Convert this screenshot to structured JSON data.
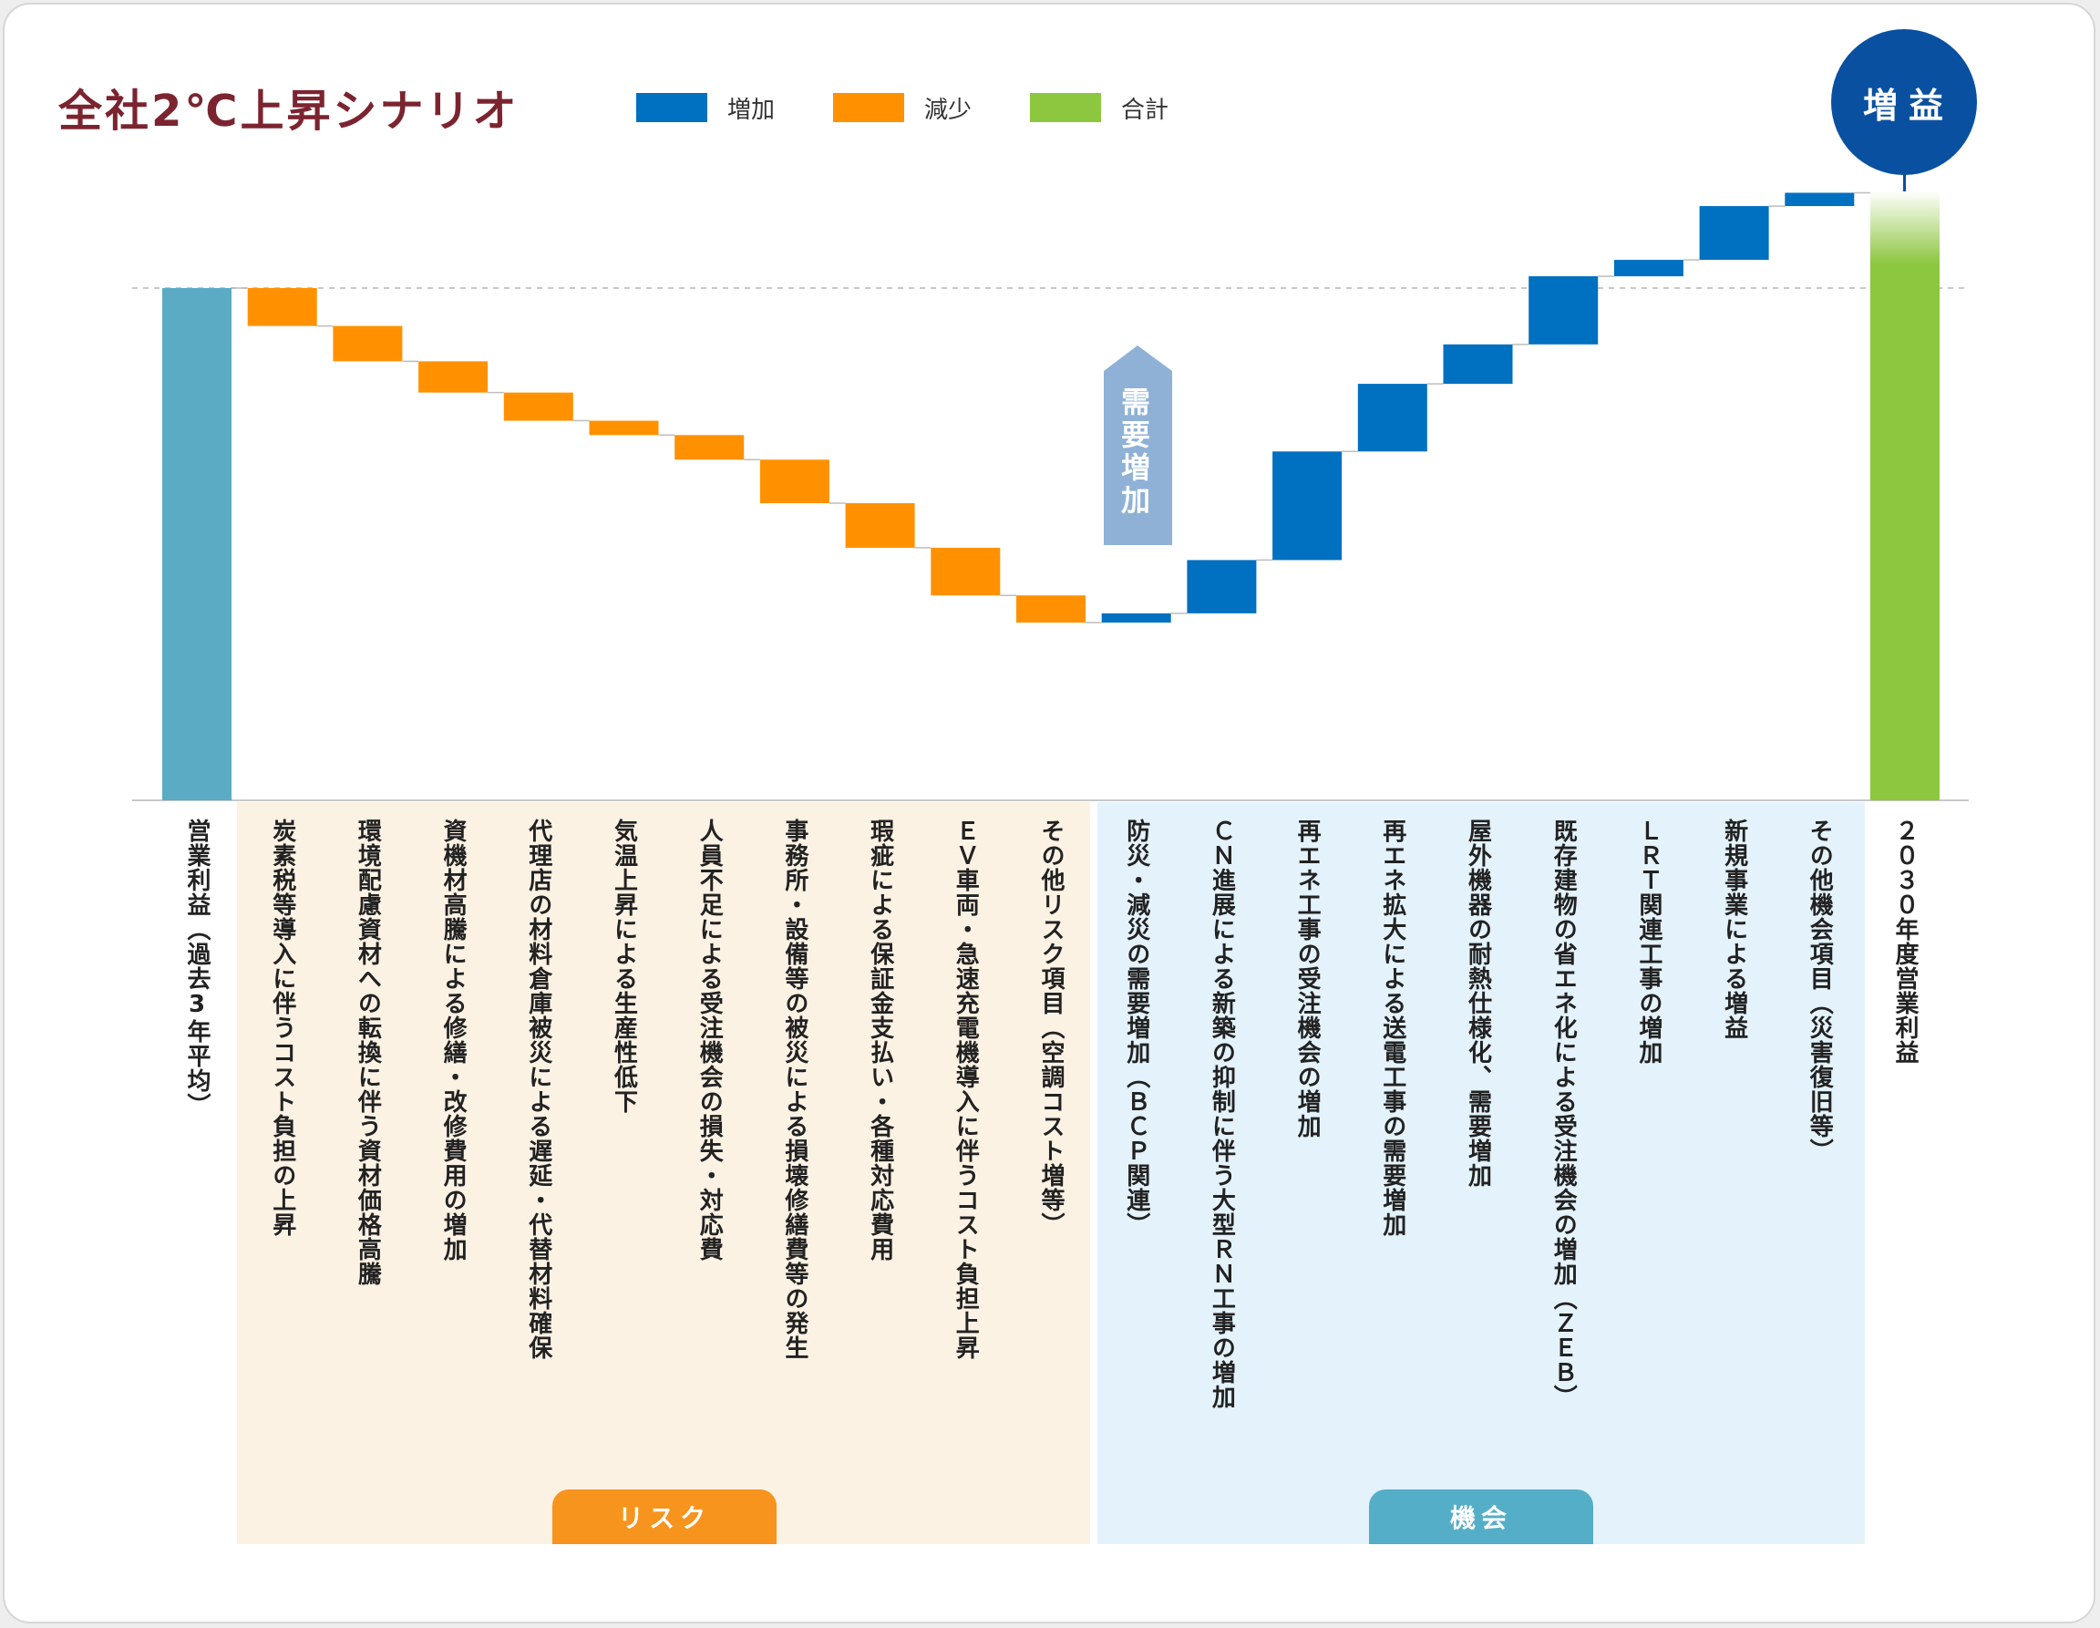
{
  "title": "全社2℃上昇シナリオ",
  "legend": [
    {
      "label": "増加",
      "color": "#0070c0"
    },
    {
      "label": "減少",
      "color": "#ff9100"
    },
    {
      "label": "合計",
      "color": "#8dc63f"
    }
  ],
  "badge": "増益",
  "arrow_label": "需要増加",
  "regions": {
    "risk": "リスク",
    "opportunity": "機会"
  },
  "colors": {
    "increase": "#0070c0",
    "decrease": "#ff9100",
    "base_total": "#5aabc3",
    "final_total": "#8dc63f",
    "arrow": "#8fb1d6",
    "risk_region": "#fcf2e4",
    "opportunity_region": "#e3f2fb",
    "title": "#7b2430",
    "badge": "#0a50a0"
  },
  "chart_data": {
    "type": "waterfall",
    "title": "全社2℃上昇シナリオ",
    "xlabel": "",
    "ylabel": "",
    "ylim": [
      0,
      1
    ],
    "reference_line": 1.0,
    "categories": [
      "営業利益（過去3年平均）",
      "炭素税等導入に伴うコスト負担の上昇",
      "環境配慮資材への転換に伴う資材価格高騰",
      "資機材高騰による修繕・改修費用の増加",
      "代理店の材料倉庫被災による遅延・代替材料確保",
      "気温上昇による生産性低下",
      "人員不足による受注機会の損失・対応費",
      "事務所・設備等の被災による損壊修繕費等の発生",
      "瑕疵による保証金支払い・各種対応費用",
      "ＥＶ車両・急速充電機導入に伴うコスト負担上昇",
      "その他リスク項目（空調コスト増等）",
      "防災・減災の需要増加（ＢＣＰ関連）",
      "ＣＮ進展による新築の抑制に伴う大型ＲＮ工事の増加",
      "再エネ工事の受注機会の増加",
      "再エネ拡大による送電工事の需要増加",
      "屋外機器の耐熱仕様化、需要増加",
      "既存建物の省エネ化による受注機会の増加（ＺＥＢ）",
      "ＬＲＴ関連工事の増加",
      "新規事業による増益",
      "その他機会項目（災害復旧等）",
      "２０３０年度営業利益"
    ],
    "kinds": [
      "total",
      "decrease",
      "decrease",
      "decrease",
      "decrease",
      "decrease",
      "decrease",
      "decrease",
      "decrease",
      "decrease",
      "decrease",
      "increase",
      "increase",
      "increase",
      "increase",
      "increase",
      "increase",
      "increase",
      "increase",
      "increase",
      "total"
    ],
    "values": [
      1.0,
      -0.074,
      -0.069,
      -0.061,
      -0.055,
      -0.028,
      -0.048,
      -0.085,
      -0.087,
      -0.093,
      -0.053,
      0.018,
      0.104,
      0.212,
      0.132,
      0.077,
      0.133,
      0.032,
      0.105,
      0.026,
      1.19
    ]
  }
}
